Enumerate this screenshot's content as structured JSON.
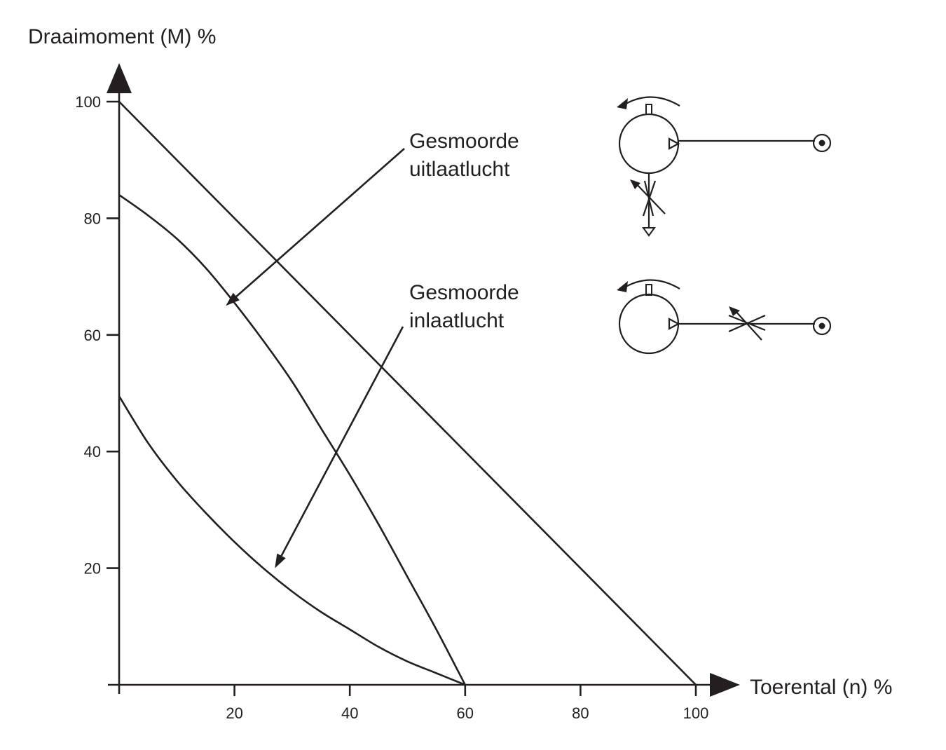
{
  "chart_data": {
    "type": "line",
    "xlabel": "Toerental (n) %",
    "ylabel": "Draaimoment (M) %",
    "xlim": [
      0,
      100
    ],
    "ylim": [
      0,
      100
    ],
    "x_ticks": [
      20,
      40,
      60,
      80,
      100
    ],
    "y_ticks": [
      20,
      40,
      60,
      80,
      100
    ],
    "grid": false,
    "series": [
      {
        "x": [
          0,
          100
        ],
        "y": [
          100,
          0
        ]
      },
      {
        "x": [
          0,
          5,
          10,
          15,
          20,
          25,
          30,
          35,
          40,
          45,
          50,
          55,
          60
        ],
        "y": [
          84,
          80.5,
          76.5,
          71.5,
          65.5,
          59,
          52,
          44,
          36,
          27.5,
          18.5,
          9.5,
          0
        ]
      },
      {
        "x": [
          0,
          5,
          10,
          15,
          20,
          25,
          30,
          35,
          40,
          45,
          50,
          55,
          60
        ],
        "y": [
          49.5,
          41.5,
          35,
          29.5,
          24.5,
          20,
          16,
          12.5,
          9.5,
          6.5,
          4,
          2,
          0
        ]
      }
    ],
    "annotations": [
      {
        "text_lines": [
          "Gesmoorde",
          "uitlaatlucht"
        ],
        "points_to": {
          "x": 18.5,
          "y": 65
        }
      },
      {
        "text_lines": [
          "Gesmoorde",
          "inlaatlucht"
        ],
        "points_to": {
          "x": 27,
          "y": 20
        }
      }
    ]
  }
}
